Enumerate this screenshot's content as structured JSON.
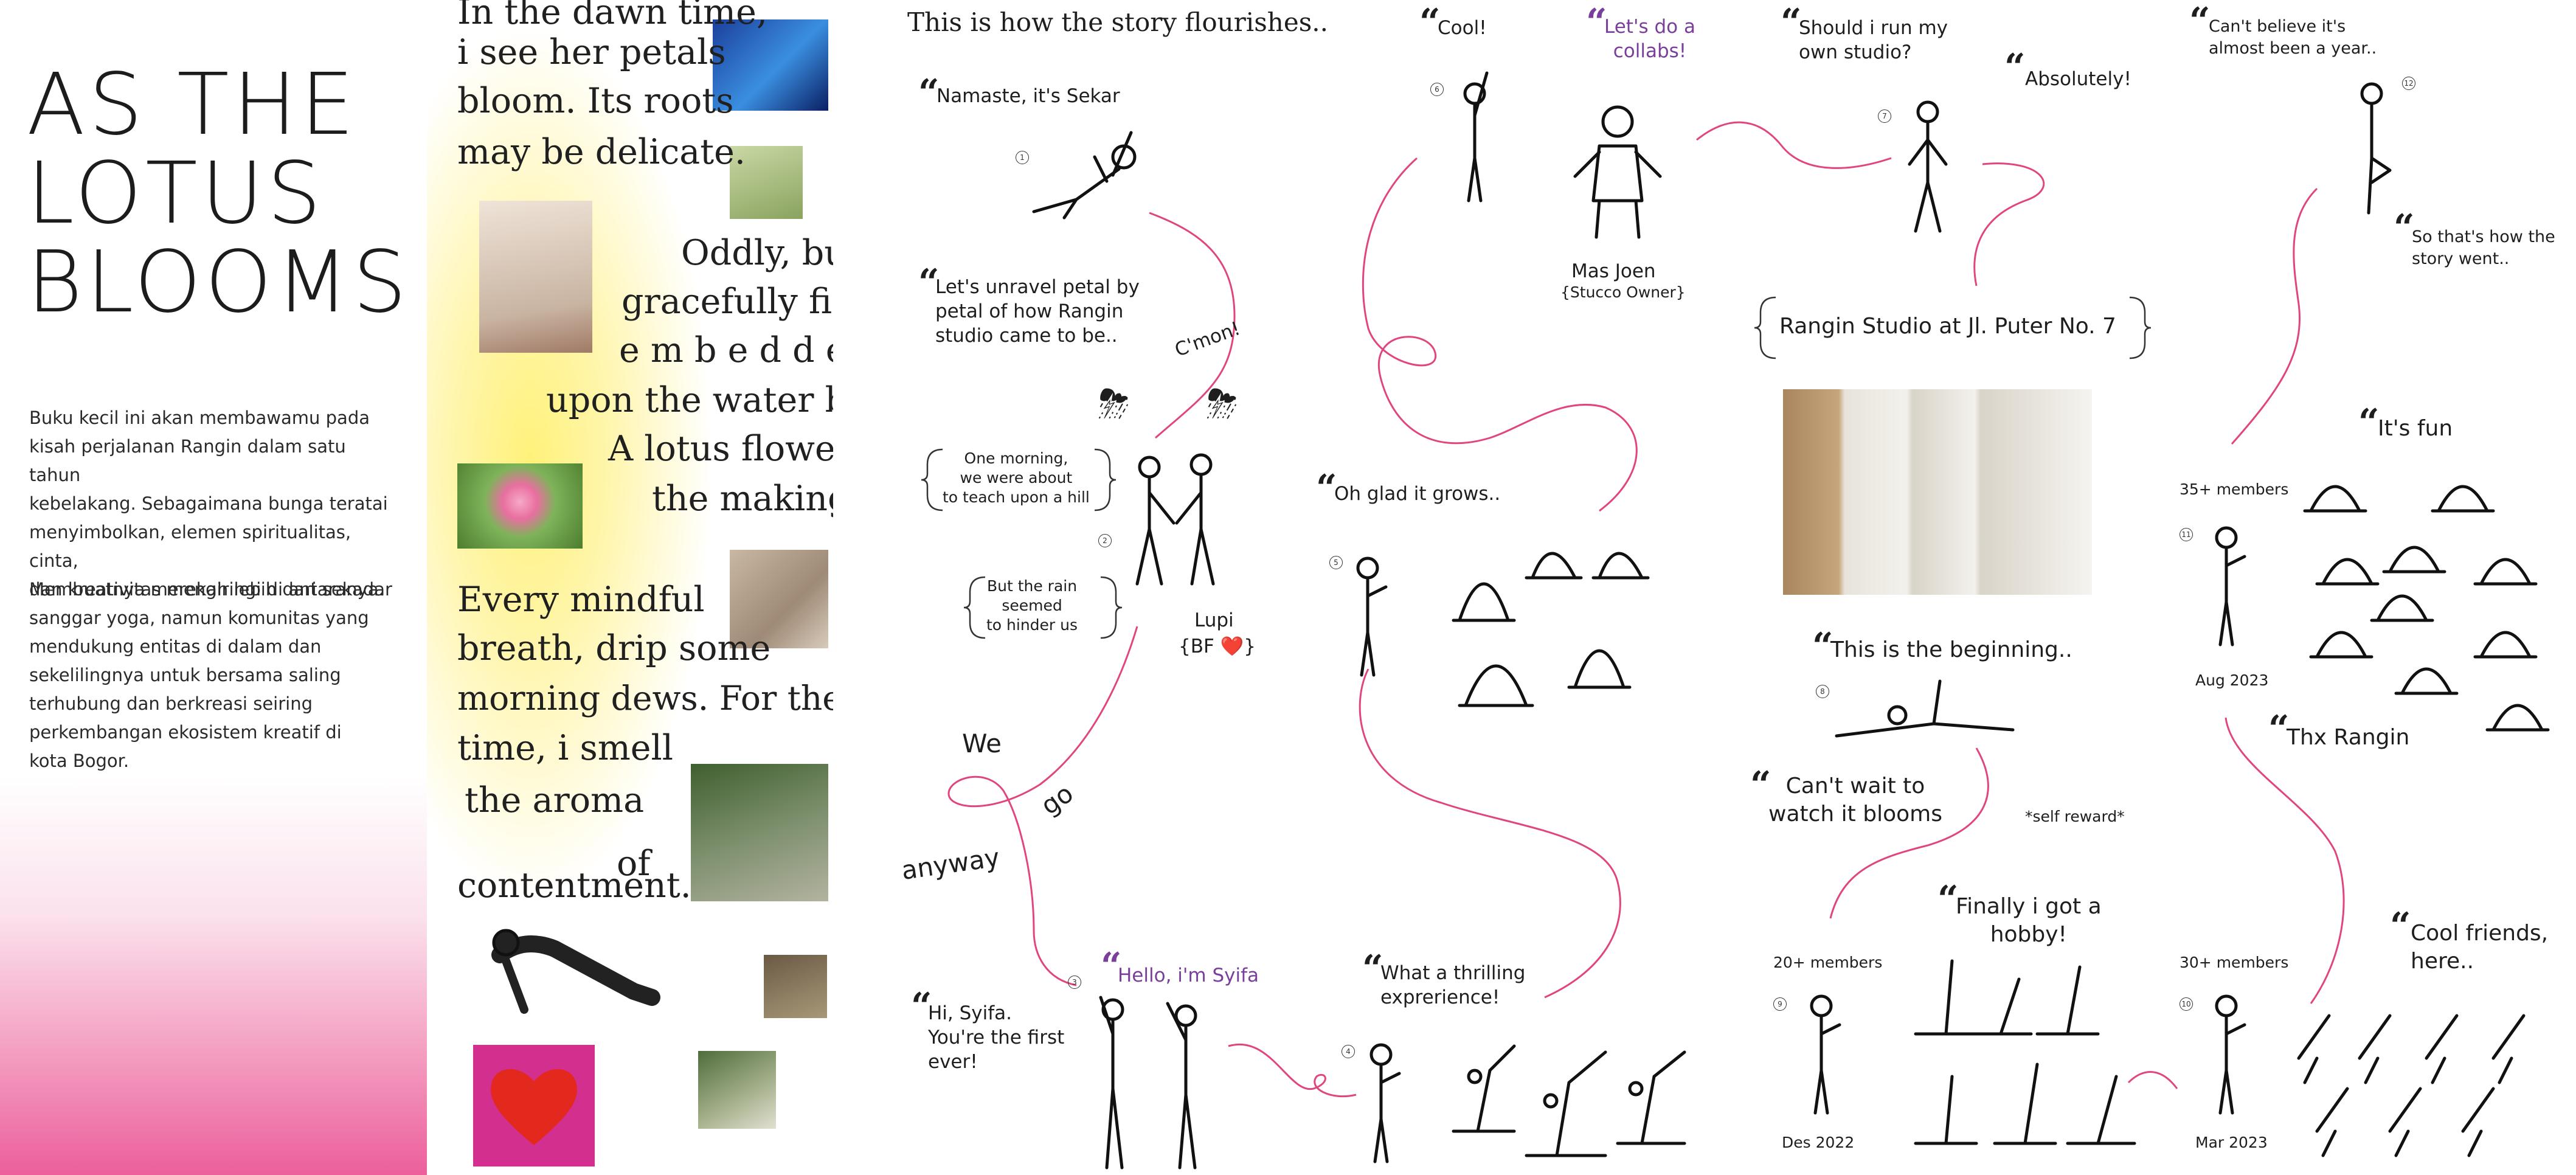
{
  "intro": {
    "title_lines": [
      "AS THE",
      "LOTUS",
      "BLOOMS"
    ],
    "paragraph1_lines": [
      "Buku kecil ini akan membawamu pada",
      "kisah perjalanan Rangin dalam satu tahun",
      "kebelakang. Sebagaimana bunga teratai",
      "menyimbolkan, elemen spiritualitas, cinta,",
      "dan kreativitas mengiringi di antaranya."
    ],
    "paragraph2_lines": [
      "Membuatnya merekah lebih dari sekadar",
      "sanggar yoga, namun komunitas yang",
      "mendukung entitas di dalam dan",
      "sekelilingnya untuk bersama saling",
      "terhubung dan berkreasi seiring",
      "perkembangan ekosistem kreatif di",
      "kota Bogor."
    ]
  },
  "poem": {
    "lines": [
      "In the dawn time,",
      "i see her petals",
      "bloom. Its roots",
      "may be delicate.",
      "Oddly, but",
      "gracefully firm",
      "e m b e d d e d",
      "upon the water bed.",
      "A lotus flower in",
      "the making.",
      "Every mindful",
      "breath, drip some",
      "morning dews. For the first",
      "time, i smell",
      "the  aroma",
      "of",
      "contentment."
    ]
  },
  "story": {
    "heading": "This is how the story flourishes..",
    "quotes": {
      "namaste": "Namaste, it's Sekar",
      "unravel": [
        "Let's unravel petal by",
        "petal of how Rangin",
        "studio came to be.."
      ],
      "cmon": "C'mon!",
      "one_morning": [
        "One morning,",
        "we were about",
        "to teach upon a hill"
      ],
      "rain": [
        "But the rain",
        "seemed",
        "to hinder us"
      ],
      "lupi": "Lupi",
      "bf": "{BF ❤️}",
      "we": "We",
      "go": "go",
      "anyway": "anyway",
      "hi_syifa": [
        "Hi, Syifa.",
        "You're the first",
        "ever!"
      ],
      "hello_syifa": "Hello, i'm Syifa",
      "cool": "Cool!",
      "collabs": [
        "Let's do a",
        "collabs!"
      ],
      "mas_joen": "Mas Joen",
      "stucco": "{Stucco Owner}",
      "glad": "Oh glad it grows..",
      "thrilling": [
        "What a thrilling",
        "exprerience!"
      ],
      "own_studio": [
        "Should i run my",
        "own studio?"
      ],
      "absolutely": "Absolutely!",
      "studio_name": "Rangin Studio at Jl. Puter No. 7",
      "beginning": "This is the beginning..",
      "cant_wait": [
        "Can't wait to",
        "watch it blooms"
      ],
      "self_reward": "*self reward*",
      "finally": [
        "Finally i got a",
        "hobby!"
      ],
      "almost_year": [
        "Can't believe it's",
        "almost been a year.."
      ],
      "thats_how": [
        "So that's how the",
        "story went.."
      ],
      "its_fun": "It's fun",
      "thx": "Thx Rangin",
      "cool_friends": [
        "Cool friends,",
        "here.."
      ]
    },
    "milestones": {
      "m20": "20+ members",
      "d20": "Des 2022",
      "m30": "30+ members",
      "d30": "Mar 2023",
      "m35": "35+ members",
      "d35": "Aug 2023"
    },
    "step_numbers": [
      "1",
      "2",
      "3",
      "4",
      "5",
      "6",
      "7",
      "8",
      "9",
      "10",
      "11",
      "12"
    ],
    "icons": [
      "rain-cloud-icon",
      "rain-cloud-icon",
      "heart-icon"
    ]
  },
  "colors": {
    "accent_pink": "#e0457f",
    "purple_text": "#7a3f9b",
    "highlight_yellow": "#fff27a"
  }
}
